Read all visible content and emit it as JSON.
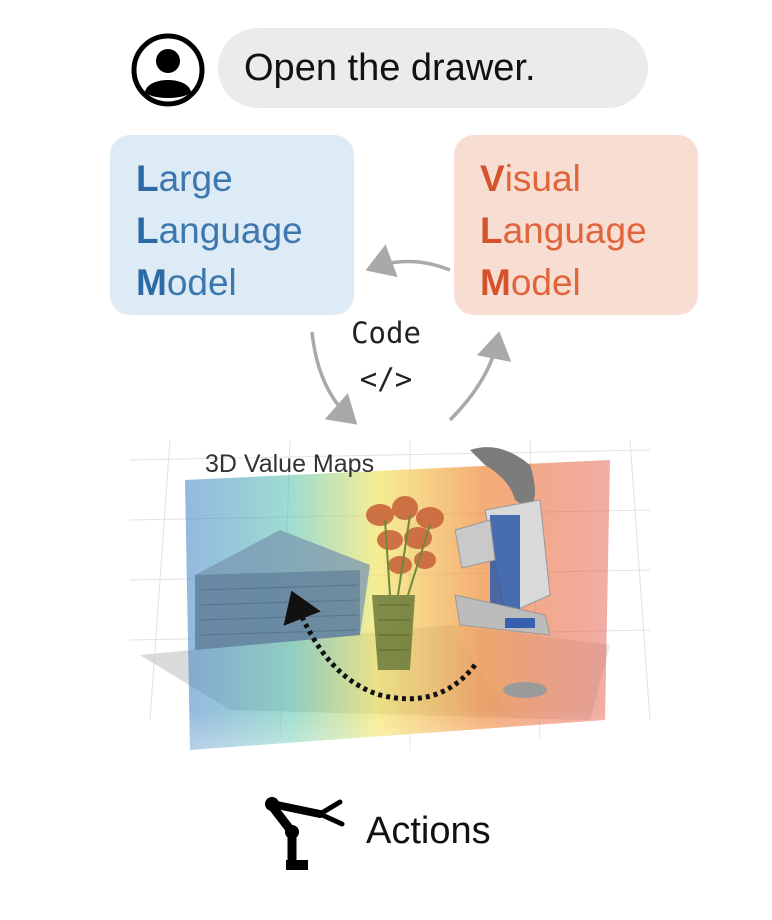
{
  "user": {
    "avatar_icon": "user-icon",
    "prompt": "Open the drawer."
  },
  "llm": {
    "lines": [
      {
        "cap": "L",
        "rest": "arge"
      },
      {
        "cap": "L",
        "rest": "anguage"
      },
      {
        "cap": "M",
        "rest": "odel"
      }
    ],
    "color": "#2b6aa4",
    "background": "#dcebf6"
  },
  "vlm": {
    "lines": [
      {
        "cap": "V",
        "rest": "isual"
      },
      {
        "cap": "L",
        "rest": "anguage"
      },
      {
        "cap": "M",
        "rest": "odel"
      }
    ],
    "color": "#d4532a",
    "background": "#f8ddd3"
  },
  "code": {
    "label": "Code",
    "symbol": "</>"
  },
  "scene": {
    "label": "3D Value Maps",
    "heatmap_colors": [
      "#3b7fc4",
      "#5fc6b0",
      "#f2e35a",
      "#f08a3a",
      "#e04a3a"
    ]
  },
  "actions": {
    "icon": "robot-arm-icon",
    "label": "Actions"
  }
}
